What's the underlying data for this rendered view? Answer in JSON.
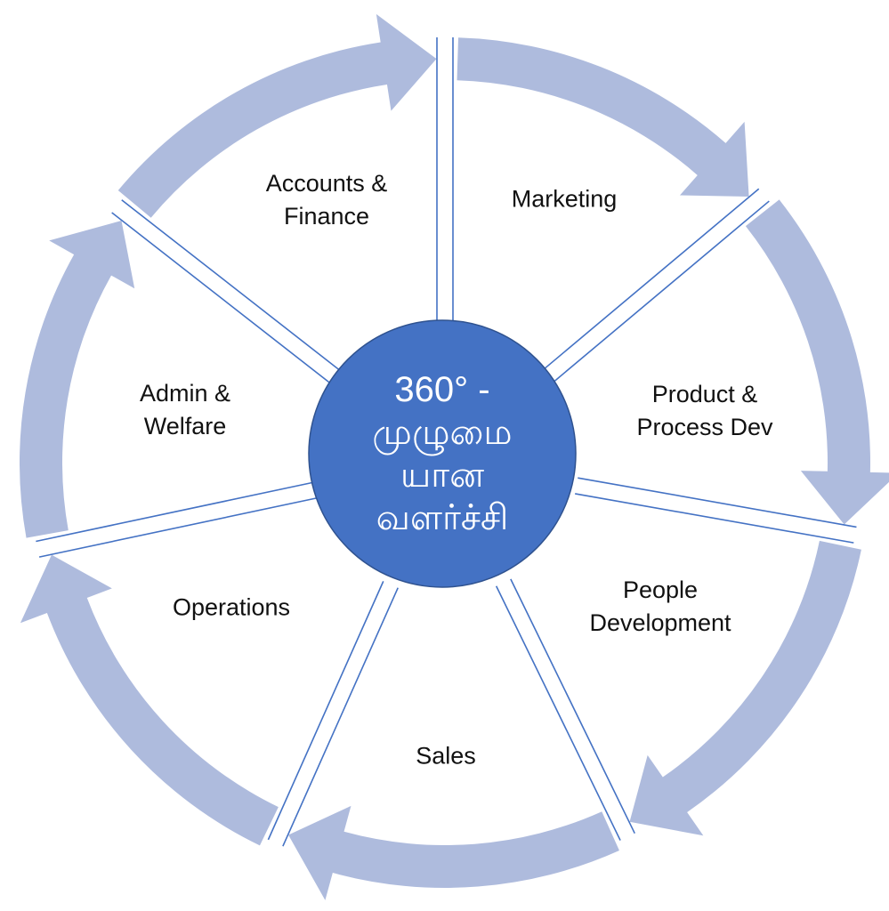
{
  "center": {
    "line1": "360° -",
    "line2": "முழுமை",
    "line3": "யான",
    "line4": "வளர்ச்சி"
  },
  "sections": [
    {
      "line1": "Accounts &",
      "line2": "Finance"
    },
    {
      "line1": "Marketing",
      "line2": ""
    },
    {
      "line1": "Product &",
      "line2": "Process Dev"
    },
    {
      "line1": "People",
      "line2": "Development"
    },
    {
      "line1": "Sales",
      "line2": ""
    },
    {
      "line1": "Operations",
      "line2": ""
    },
    {
      "line1": "Admin &",
      "line2": "Welfare"
    }
  ],
  "colors": {
    "arrow": "#aebbdd",
    "circle": "#4472c4",
    "circle_border": "#2f528f",
    "divider": "#4472c4"
  }
}
